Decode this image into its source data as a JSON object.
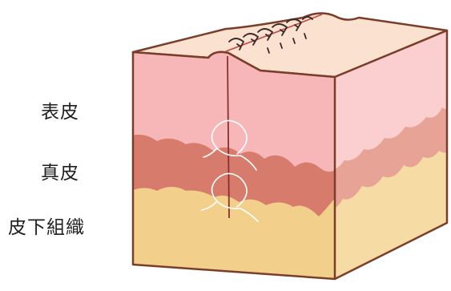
{
  "labels": {
    "epidermis": "表皮",
    "dermis": "真皮",
    "subcutaneous": "皮下組織"
  },
  "colors": {
    "outline": "#7a3d2a",
    "top_face": "#fbe2d0",
    "epidermis_front": "#f7b7b9",
    "epidermis_side": "#fbcfcf",
    "dermis_front": "#d77b6c",
    "dermis_side": "#e7a396",
    "subcutaneous_front": "#f2d08c",
    "subcutaneous_side": "#f6dca4",
    "suture": "#3a2a2a"
  },
  "icons": [
    "skin-cross-section-block",
    "suture-stitches",
    "buried-suture-loops"
  ]
}
